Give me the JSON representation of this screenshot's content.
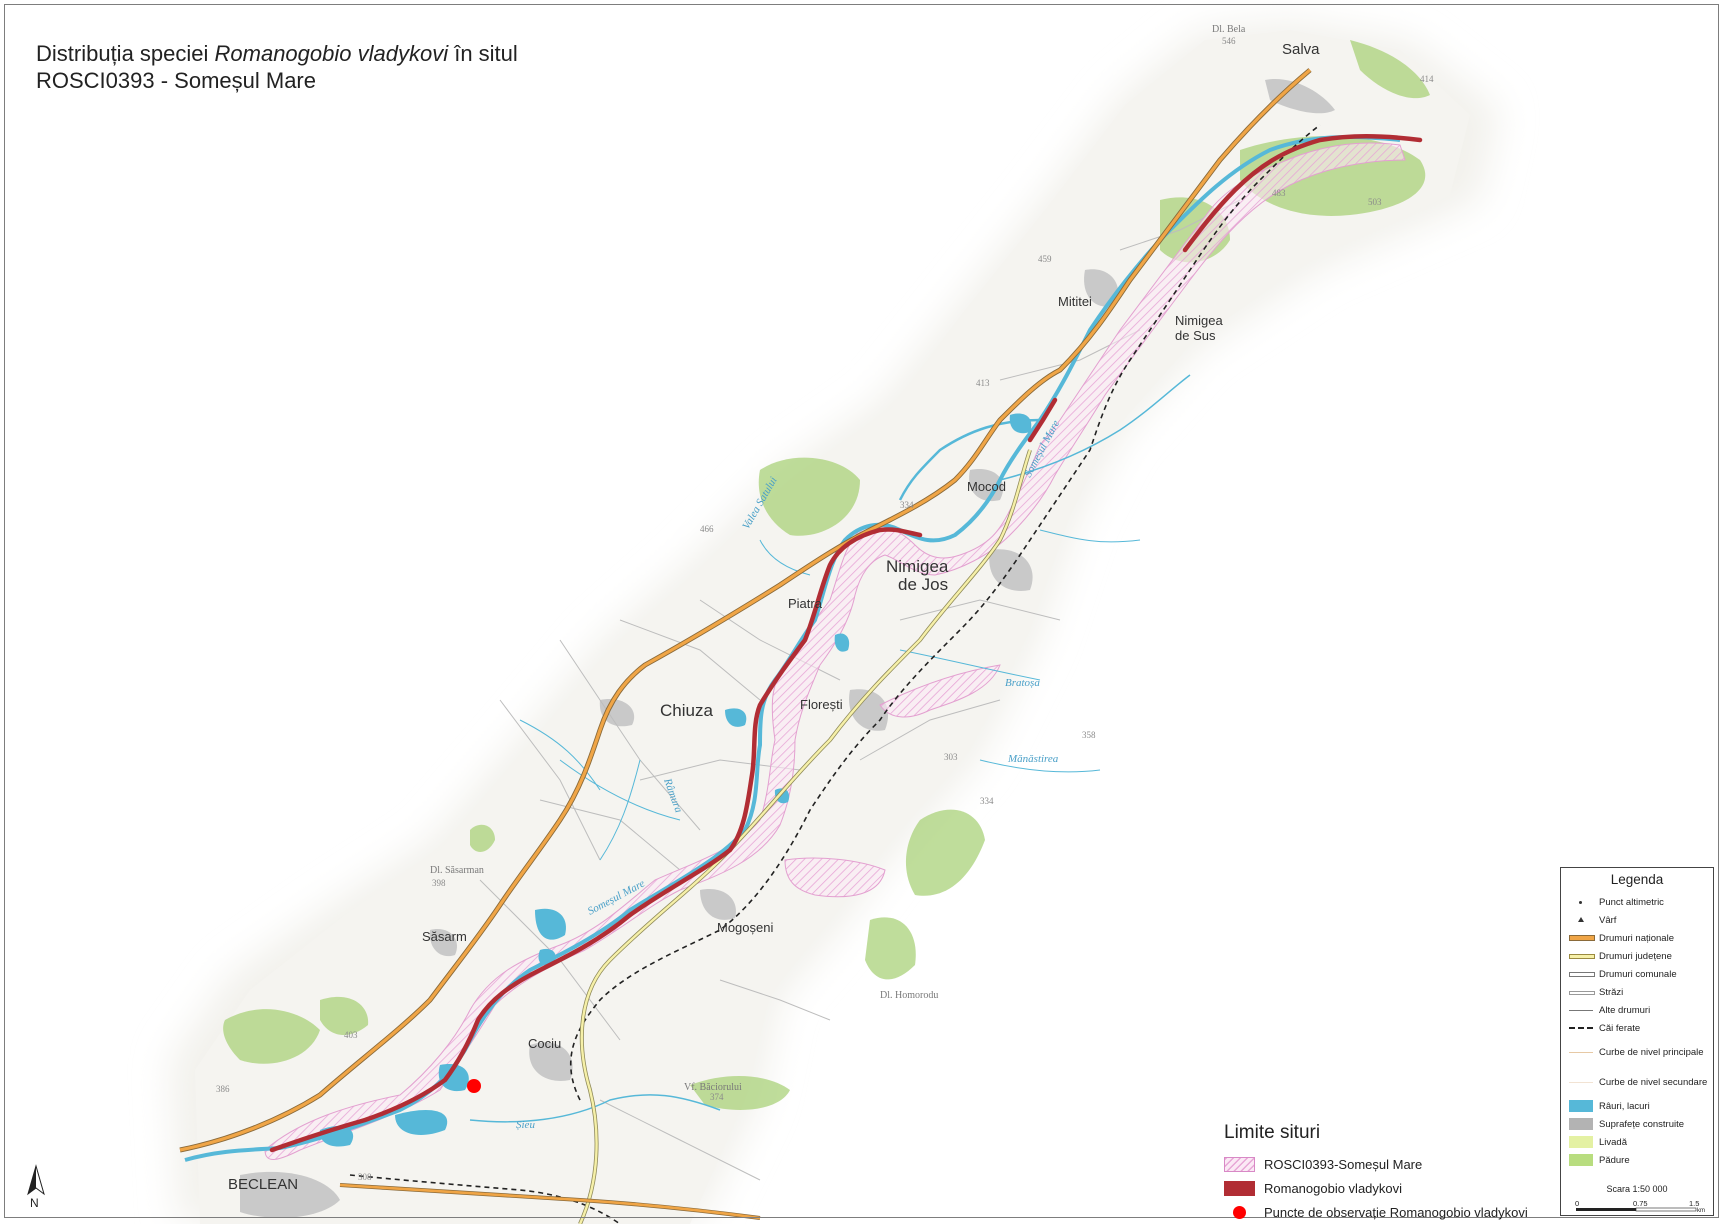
{
  "title": {
    "line1_prefix": "Distribuția speciei ",
    "line1_species": "Romanogobio vladykovi",
    "line1_suffix": " în situl",
    "line2": "ROSCI0393 - Someșul Mare"
  },
  "north_label": "N",
  "places": [
    {
      "key": "salva",
      "label": "Salva"
    },
    {
      "key": "mititei",
      "label": "Mititei"
    },
    {
      "key": "nimigea_sus_1",
      "label": "Nimigea"
    },
    {
      "key": "nimigea_sus_2",
      "label": "de Sus"
    },
    {
      "key": "mocod",
      "label": "Mocod"
    },
    {
      "key": "nimigea_jos_1",
      "label": "Nimigea"
    },
    {
      "key": "nimigea_jos_2",
      "label": "de Jos"
    },
    {
      "key": "piatra",
      "label": "Piatra"
    },
    {
      "key": "chiuza",
      "label": "Chiuza"
    },
    {
      "key": "floresti",
      "label": "Florești"
    },
    {
      "key": "mogoseni",
      "label": "Mogoșeni"
    },
    {
      "key": "sasarm",
      "label": "Săsarm"
    },
    {
      "key": "cociu",
      "label": "Cociu"
    },
    {
      "key": "beclean",
      "label": "BECLEAN"
    }
  ],
  "minor_labels": {
    "dl_bela": "Dl. Bela",
    "dl_sasarman": "Dl. Săsarman",
    "dl_homorodu": "Dl. Homorodu",
    "vf_bacioranii": "Vf. Băciorului",
    "rivers": {
      "somesul_mare_n": "Someșul Mare",
      "somesul_mare_s": "Someșul Mare",
      "ramura": "Râmura",
      "bratoa": "Bratoșa",
      "manastirea": "Mănăstirea",
      "sieu": "Șieu",
      "valea_satului": "Valea Satului"
    },
    "heights": [
      "546",
      "414",
      "483",
      "503",
      "459",
      "413",
      "334",
      "466",
      "358",
      "303",
      "334",
      "398",
      "403",
      "386",
      "308",
      "374"
    ]
  },
  "site_legend": {
    "header": "Limite situri",
    "items": [
      {
        "label": "ROSCI0393-Someșul Mare",
        "color": "#e7a6d6"
      },
      {
        "label": "Romanogobio vladykovi",
        "color": "#b12d34"
      },
      {
        "label": "Puncte de observație Romanogobio vladykovi",
        "color": "#ff0000"
      }
    ]
  },
  "legend": {
    "header": "Legenda",
    "items": [
      {
        "label": "Punct altimetric"
      },
      {
        "label": "Vârf"
      },
      {
        "label": "Drumuri naționale",
        "color": "#f0a546"
      },
      {
        "label": "Drumuri județene",
        "color": "#f6f0a8"
      },
      {
        "label": "Drumuri comunale"
      },
      {
        "label": "Străzi"
      },
      {
        "label": "Alte drumuri"
      },
      {
        "label": "Căi ferate"
      },
      {
        "label": "Curbe de nivel principale"
      },
      {
        "label": "Curbe de nivel secundare"
      },
      {
        "label": "Râuri, lacuri",
        "color": "#56b8d8"
      },
      {
        "label": "Suprafețe construite",
        "color": "#b3b3b3"
      },
      {
        "label": "Livadă",
        "color": "#e4f1a3"
      },
      {
        "label": "Pădure",
        "color": "#b8dd7f"
      }
    ],
    "scale_text": "Scara 1:50 000",
    "scale_ticks": [
      "0",
      "0.75",
      "1.5"
    ],
    "scale_unit": "km"
  }
}
